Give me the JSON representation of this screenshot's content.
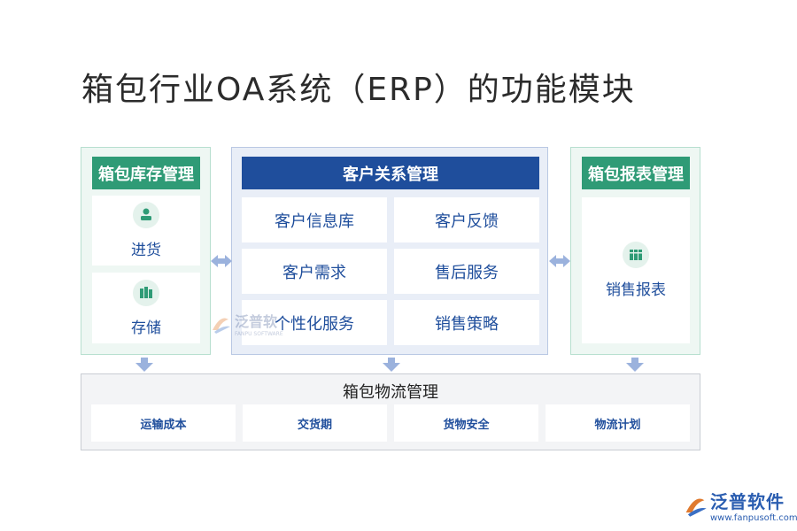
{
  "title": "箱包行业OA系统（ERP）的功能模块",
  "left_panel": {
    "header": "箱包库存管理",
    "items": [
      {
        "label": "进货",
        "icon": "person-stamp-icon"
      },
      {
        "label": "存储",
        "icon": "storage-icon"
      }
    ]
  },
  "center_panel": {
    "header": "客户关系管理",
    "items": [
      "客户信息库",
      "客户反馈",
      "客户需求",
      "售后服务",
      "个性化服务",
      "销售策略"
    ]
  },
  "right_panel": {
    "header": "箱包报表管理",
    "items": [
      {
        "label": "销售报表",
        "icon": "binders-icon"
      }
    ]
  },
  "logistics": {
    "title": "箱包物流管理",
    "items": [
      "运输成本",
      "交货期",
      "货物安全",
      "物流计划"
    ]
  },
  "watermark": {
    "text": "泛普软",
    "subtext": "FANPU SOFTWARE"
  },
  "brand": {
    "name": "泛普软件",
    "url": "www.fanpusoft.com"
  },
  "colors": {
    "green": "#2f9b76",
    "blue": "#1f4e9c",
    "arrow": "#9bb2dd"
  }
}
